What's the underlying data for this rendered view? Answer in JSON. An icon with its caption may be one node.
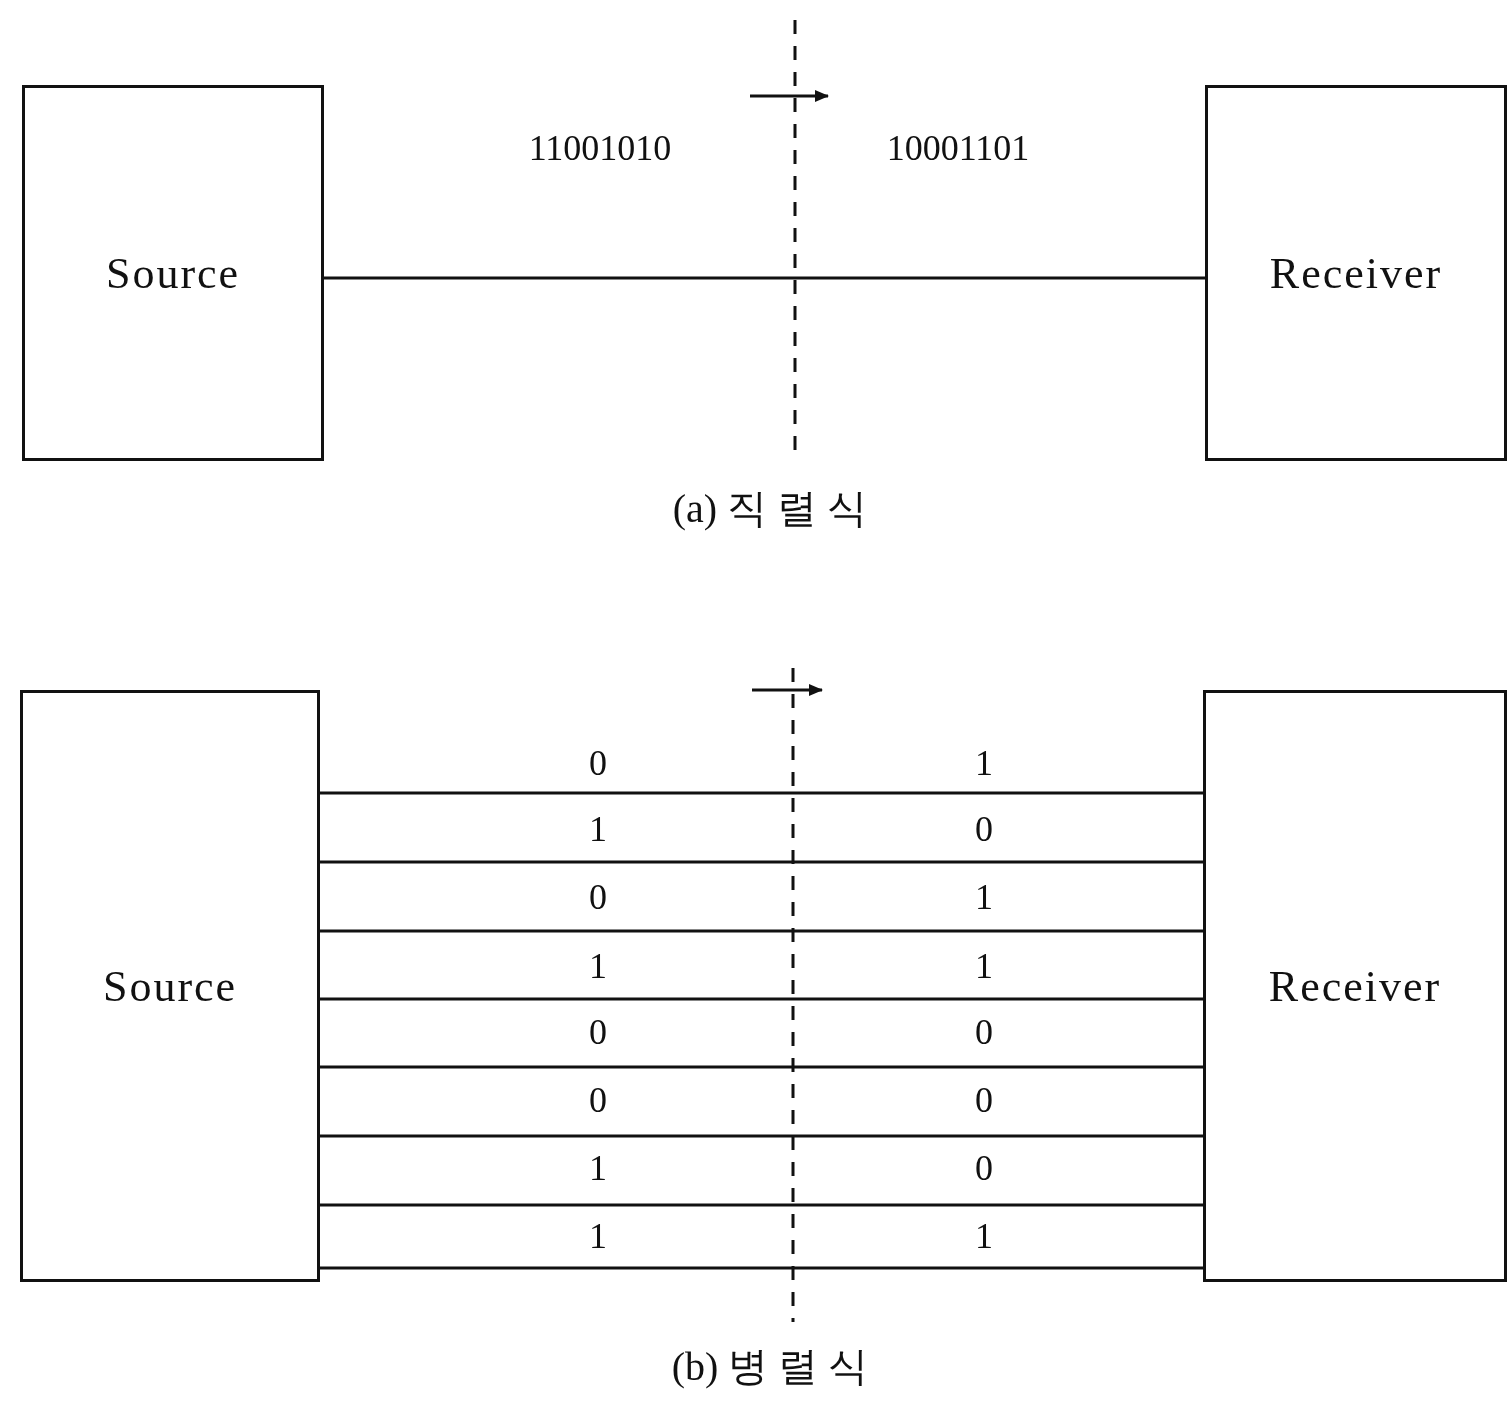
{
  "diagram": {
    "nodes": [
      {
        "text": [
          "Source"
        ]
      },
      {
        "text": [
          "Receiver"
        ]
      },
      {
        "text": [
          "Source"
        ]
      },
      {
        "text": [
          "Receiver"
        ]
      }
    ],
    "edges": [
      {
        "from": 0,
        "to": 1,
        "arrow": "none"
      },
      {
        "from": 2,
        "to": 3,
        "arrow": "none"
      },
      {
        "from": 2,
        "to": 3,
        "arrow": "none"
      },
      {
        "from": 2,
        "to": 3,
        "arrow": "none"
      },
      {
        "from": 2,
        "to": 3,
        "arrow": "none"
      },
      {
        "from": 2,
        "to": 3,
        "arrow": "none"
      },
      {
        "from": 2,
        "to": 3,
        "arrow": "none"
      },
      {
        "from": 2,
        "to": 3,
        "arrow": "none"
      },
      {
        "from": 2,
        "to": 3,
        "arrow": "none"
      }
    ],
    "labels": [
      "11001010",
      "10001101",
      "(a) 직 렬 식",
      "0",
      "1",
      "1",
      "0",
      "0",
      "1",
      "1",
      "1",
      "0",
      "0",
      "0",
      "0",
      "1",
      "0",
      "1",
      "1",
      "(b) 병 렬 식"
    ]
  }
}
